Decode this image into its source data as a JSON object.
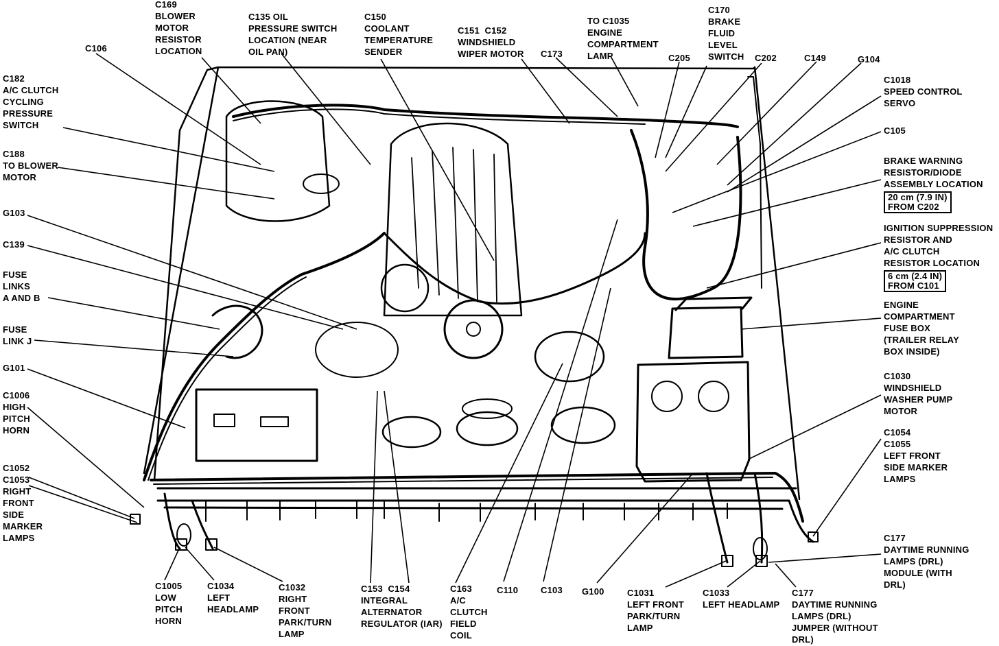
{
  "labels": {
    "c169": "C169\nBLOWER\nMOTOR\nRESISTOR\nLOCATION",
    "c135": "C135 OIL\nPRESSURE SWITCH\nLOCATION (NEAR\nOIL PAN)",
    "c150": "C150\nCOOLANT\nTEMPERATURE\nSENDER",
    "c151": "C151  C152\nWINDSHIELD\nWIPER MOTOR",
    "c1035": "TO C1035\nENGINE\nCOMPARTMENT\nLAMP",
    "c170": "C170\nBRAKE\nFLUID\nLEVEL\nSWITCH",
    "c106": "C106",
    "c173": "C173",
    "c205": "C205",
    "c202": "C202",
    "c149": "C149",
    "g104": "G104",
    "c182": "C182\nA/C CLUTCH\nCYCLING\nPRESSURE\nSWITCH",
    "c1018": "C1018\nSPEED CONTROL\nSERVO",
    "c105": "C105",
    "c188": "C188\nTO BLOWER\nMOTOR",
    "brake_warning": "BRAKE WARNING\nRESISTOR/DIODE\nASSEMBLY LOCATION",
    "brake_warning_box": "20 cm (7.9 IN)\nFROM C202",
    "g103": "G103",
    "ignition": "IGNITION SUPPRESSION\nRESISTOR AND\nA/C CLUTCH\nRESISTOR LOCATION",
    "ignition_box": "6 cm (2.4 IN)\nFROM C101",
    "c139": "C139",
    "fuse_links_ab": "FUSE\nLINKS\nA AND B",
    "engine_fuse_box": "ENGINE\nCOMPARTMENT\nFUSE BOX\n(TRAILER RELAY\nBOX INSIDE)",
    "fuse_link_j": "FUSE\nLINK J",
    "g101": "G101",
    "c1030": "C1030\nWINDSHIELD\nWASHER PUMP\nMOTOR",
    "c1006": "C1006\nHIGH\nPITCH\nHORN",
    "c1054": "C1054\nC1055\nLEFT FRONT\nSIDE MARKER\nLAMPS",
    "c1052": "C1052\nC1053\nRIGHT\nFRONT\nSIDE\nMARKER\nLAMPS",
    "c177_module": "C177\nDAYTIME RUNNING\nLAMPS (DRL)\nMODULE (WITH\nDRL)",
    "c1005": "C1005\nLOW\nPITCH\nHORN",
    "c1034": "C1034\nLEFT\nHEADLAMP",
    "c1032": "C1032\nRIGHT\nFRONT\nPARK/TURN\nLAMP",
    "c153": "C153  C154\nINTEGRAL\nALTERNATOR\nREGULATOR (IAR)",
    "c163": "C163\nA/C\nCLUTCH\nFIELD\nCOIL",
    "c110": "C110",
    "c103": "C103",
    "g100": "G100",
    "c1031": "C1031\nLEFT FRONT\nPARK/TURN\nLAMP",
    "c1033": "C1033\nLEFT HEADLAMP",
    "c177_jumper": "C177\nDAYTIME RUNNING\nLAMPS (DRL)\nJUMPER (WITHOUT\nDRL)"
  }
}
